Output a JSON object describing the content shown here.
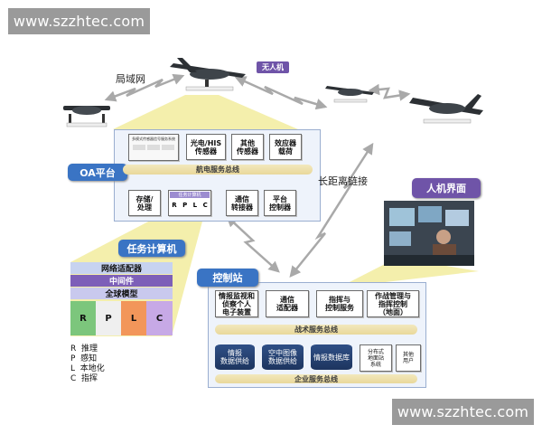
{
  "watermark": {
    "top": "www.szzhtec.com",
    "bottom": "www.szzhtec.com"
  },
  "labels": {
    "lan": "局域网",
    "uav": "无人机",
    "long_link": "长距离链接"
  },
  "oa": {
    "title": "OA平台",
    "tiny_box": "多模式传感器信号服务系统",
    "modules": {
      "eo_his": "光电/HIS\n传感器",
      "other_sensor": "其他\n传感器",
      "effector": "效应器\n载荷",
      "storage": "存储/\n处理",
      "comm": "通信\n转接器",
      "platform": "平台\n控制器"
    },
    "mission_box": "任务计算机",
    "bus": "航电服务总线",
    "rplc": [
      "R",
      "P",
      "L",
      "C"
    ]
  },
  "mission_computer": {
    "title": "任务计算机",
    "stack": [
      "网络适配器",
      "中间件",
      "全球模型"
    ],
    "rplc": [
      "R",
      "P",
      "L",
      "C"
    ]
  },
  "legend": [
    {
      "key": "R",
      "text": "推理"
    },
    {
      "key": "P",
      "text": "感知"
    },
    {
      "key": "L",
      "text": "本地化"
    },
    {
      "key": "C",
      "text": "指挥"
    }
  ],
  "hmi": {
    "title": "人机界面"
  },
  "control_station": {
    "title": "控制站",
    "top_modules": {
      "intel": "情报监视和\n侦察个人\n电子装置",
      "comm_adapter": "通信\n适配器",
      "command": "指挥与\n控制服务",
      "ops": "作战管理与\n指挥控制\n（地面）"
    },
    "tactical_bus": "战术服务总线",
    "bottom_modules": {
      "intel_feed": "情报\n数据供给",
      "air_image": "空中图像\n数据供给",
      "intel_db": "情报数据库",
      "distributed": "分布式\n地面站\n系统",
      "other_users": "其他\n用户"
    },
    "enterprise_bus": "企业服务总线"
  },
  "colors": {
    "tag_blue": "#3a74c4",
    "tag_purple": "#6f54a8",
    "yellow_beam": "#f2ec9e",
    "bus_yellow": "#ecdda5",
    "net_adapter": "#c7d3f0",
    "middleware": "#7d5fb8",
    "global_model": "#c9c9ee",
    "r_color": "#7cc67c",
    "p_color": "#efefef",
    "l_color": "#f2965a",
    "c_color": "#c7a9e6",
    "cylinder": "#24406f"
  }
}
